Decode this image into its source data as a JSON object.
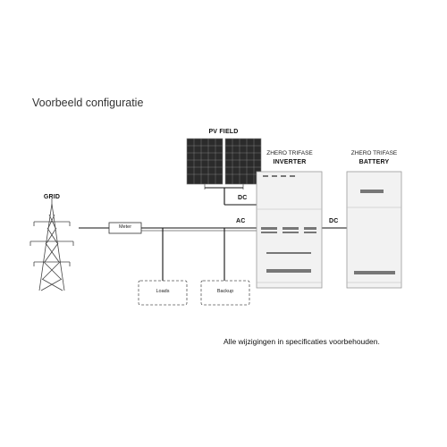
{
  "caption": "Voorbeeld configuratie",
  "disclaimer": "Alle wijzigingen in specificaties voorbehouden.",
  "labels": {
    "grid": "GRID",
    "pv_field": "PV FIELD",
    "inverter_line1": "ZHERO TRIFASE",
    "inverter_line2": "INVERTER",
    "battery_line1": "ZHERO TRIFASE",
    "battery_line2": "BATTERY",
    "dc_pv": "DC",
    "ac": "AC",
    "dc_battery": "DC",
    "meter": "Meter",
    "loads": "Loads",
    "backup": "Backup"
  },
  "colors": {
    "line": "#111111",
    "cabinet_fill": "#f2f2f2",
    "cabinet_stroke": "#9a9a9a",
    "panel_fill": "#2b2b2b",
    "panel_grid": "#bfbfbf"
  }
}
